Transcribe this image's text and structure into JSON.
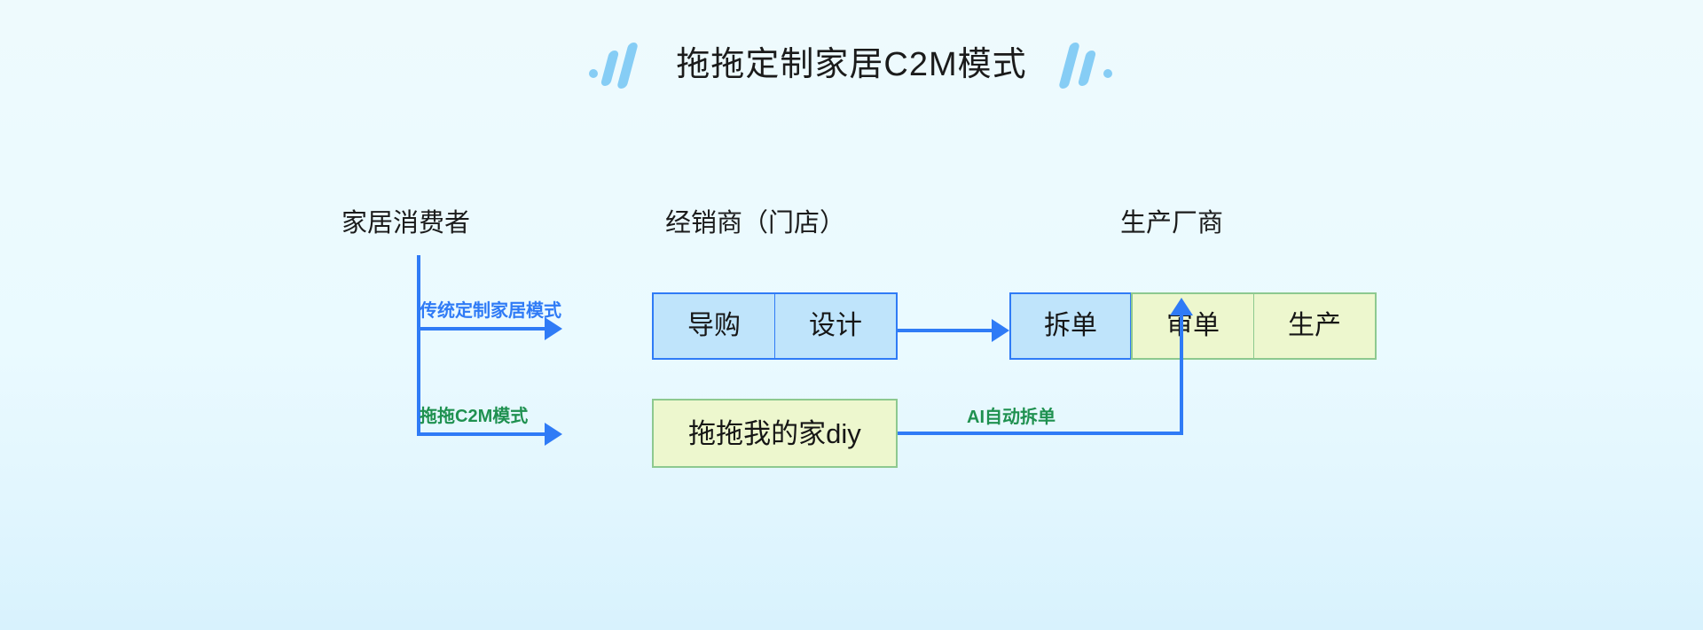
{
  "header": {
    "title": "拖拖定制家居C2M模式",
    "decoration_left": "slash-marks-icon",
    "decoration_right": "slash-marks-icon"
  },
  "columns": [
    {
      "id": "consumer",
      "label": "家居消费者"
    },
    {
      "id": "dealer",
      "label": "经销商（门店）"
    },
    {
      "id": "maker",
      "label": "生产厂商"
    }
  ],
  "flows": [
    {
      "id": "traditional",
      "label": "传统定制家居模式",
      "color": "#2f7bf6",
      "stages": [
        "导购",
        "设计",
        "拆单",
        "审单",
        "生产"
      ]
    },
    {
      "id": "c2m",
      "label": "拖拖C2M模式",
      "color": "#1f9150",
      "stages": [
        "拖拖我的家diy",
        "拆单",
        "审单",
        "生产"
      ]
    }
  ],
  "boxes": {
    "daogou": {
      "label": "导购",
      "style": "blue"
    },
    "sheji": {
      "label": "设计",
      "style": "blue"
    },
    "chaidan": {
      "label": "拆单",
      "style": "blue"
    },
    "shendan": {
      "label": "审单",
      "style": "green"
    },
    "shengchan": {
      "label": "生产",
      "style": "green"
    },
    "diy": {
      "label": "拖拖我的家diy",
      "style": "green"
    }
  },
  "annotations": {
    "ai_split_order": "AI自动拆单"
  },
  "colors": {
    "line_blue": "#2f7bf6",
    "box_blue_fill": "#bfe4fb",
    "box_blue_border": "#2f7bf6",
    "box_green_fill": "#edf7ce",
    "box_green_border": "#8dc98f",
    "accent_light_blue": "#86cdf5",
    "label_green": "#1f9150",
    "background": "#eafaff"
  }
}
